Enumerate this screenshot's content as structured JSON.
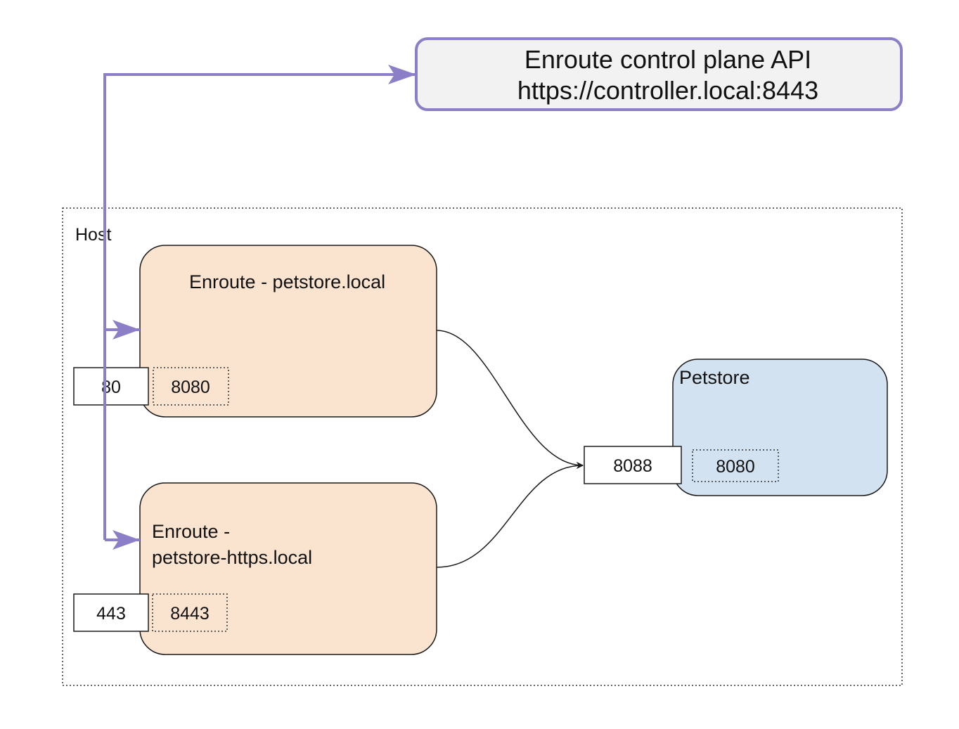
{
  "control_plane": {
    "line1": "Enroute control plane API",
    "line2": "https://controller.local:8443"
  },
  "host": {
    "label": "Host"
  },
  "enroute_http": {
    "title": "Enroute - petstore.local",
    "host_port": "80",
    "container_port": "8080"
  },
  "enroute_https": {
    "title_line1": "Enroute -",
    "title_line2": "petstore-https.local",
    "host_port": "443",
    "container_port": "8443"
  },
  "petstore": {
    "title": "Petstore",
    "host_port": "8088",
    "container_port": "8080"
  },
  "colors": {
    "control_arrow": "#8c7fc8",
    "control_fill": "#f2f2f2",
    "enroute_fill": "#fbe4cf",
    "petstore_fill": "#d3e2f1",
    "stroke": "#1a1a1a"
  }
}
